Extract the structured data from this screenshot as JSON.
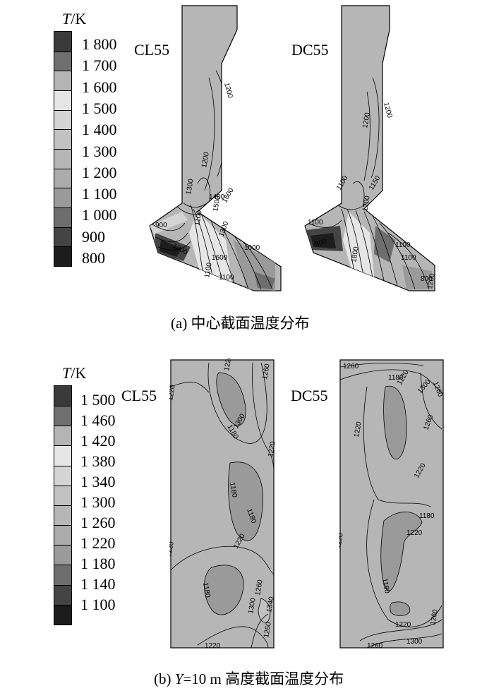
{
  "panel_a": {
    "legend_title_var": "T",
    "legend_title_unit": "/K",
    "legend_ticks": [
      "1 800",
      "1 700",
      "1 600",
      "1 500",
      "1 400",
      "1 300",
      "1 200",
      "1 100",
      "1 000",
      "900",
      "800"
    ],
    "legend_colors": [
      "#3a3a3a",
      "#6f6f6f",
      "#b4b4b4",
      "#e6e6e6",
      "#d4d4d4",
      "#c2c2c2",
      "#b6b6b6",
      "#ababab",
      "#9a9a9a",
      "#6e6e6e",
      "#444444",
      "#1c1c1c"
    ],
    "model_left": "CL55",
    "model_right": "DC55",
    "caption": "(a) 中心截面温度分布",
    "contour_labels_left": [
      "1200",
      "1200",
      "1100",
      "1400",
      "1300",
      "1100",
      "1200",
      "1500",
      "900",
      "1600",
      "1000",
      "1200",
      "1300",
      "1100",
      "1000",
      "1100"
    ],
    "contour_labels_right": [
      "1200",
      "1200",
      "1100",
      "1150",
      "1200",
      "1100",
      "1800",
      "1100",
      "800",
      "1000",
      "1200",
      "1300"
    ]
  },
  "panel_b": {
    "legend_title_var": "T",
    "legend_title_unit": "/K",
    "legend_ticks": [
      "1 500",
      "1 460",
      "1 420",
      "1 380",
      "1 340",
      "1 300",
      "1 260",
      "1 220",
      "1 180",
      "1 140",
      "1 100"
    ],
    "legend_colors": [
      "#3a3a3a",
      "#6f6f6f",
      "#b4b4b4",
      "#e6e6e6",
      "#d4d4d4",
      "#c2c2c2",
      "#b6b6b6",
      "#ababab",
      "#9a9a9a",
      "#6e6e6e",
      "#444444",
      "#1c1c1c"
    ],
    "model_left": "CL55",
    "model_right": "DC55",
    "caption_prefix": "(b) ",
    "caption_var": "Y",
    "caption_rest": "=10 m 高度截面温度分布",
    "contour_labels_left": [
      "1220",
      "1220",
      "1180",
      "1300",
      "1220",
      "1260",
      "1180",
      "1180",
      "1220",
      "1220",
      "1180",
      "1220",
      "1260",
      "1300",
      "1340",
      "1260",
      "1220"
    ],
    "contour_labels_right": [
      "1260",
      "1180",
      "1220",
      "1300",
      "1260",
      "1220",
      "1260",
      "1220",
      "1180",
      "1220",
      "1180",
      "1220",
      "1260",
      "1300",
      "1260"
    ]
  }
}
